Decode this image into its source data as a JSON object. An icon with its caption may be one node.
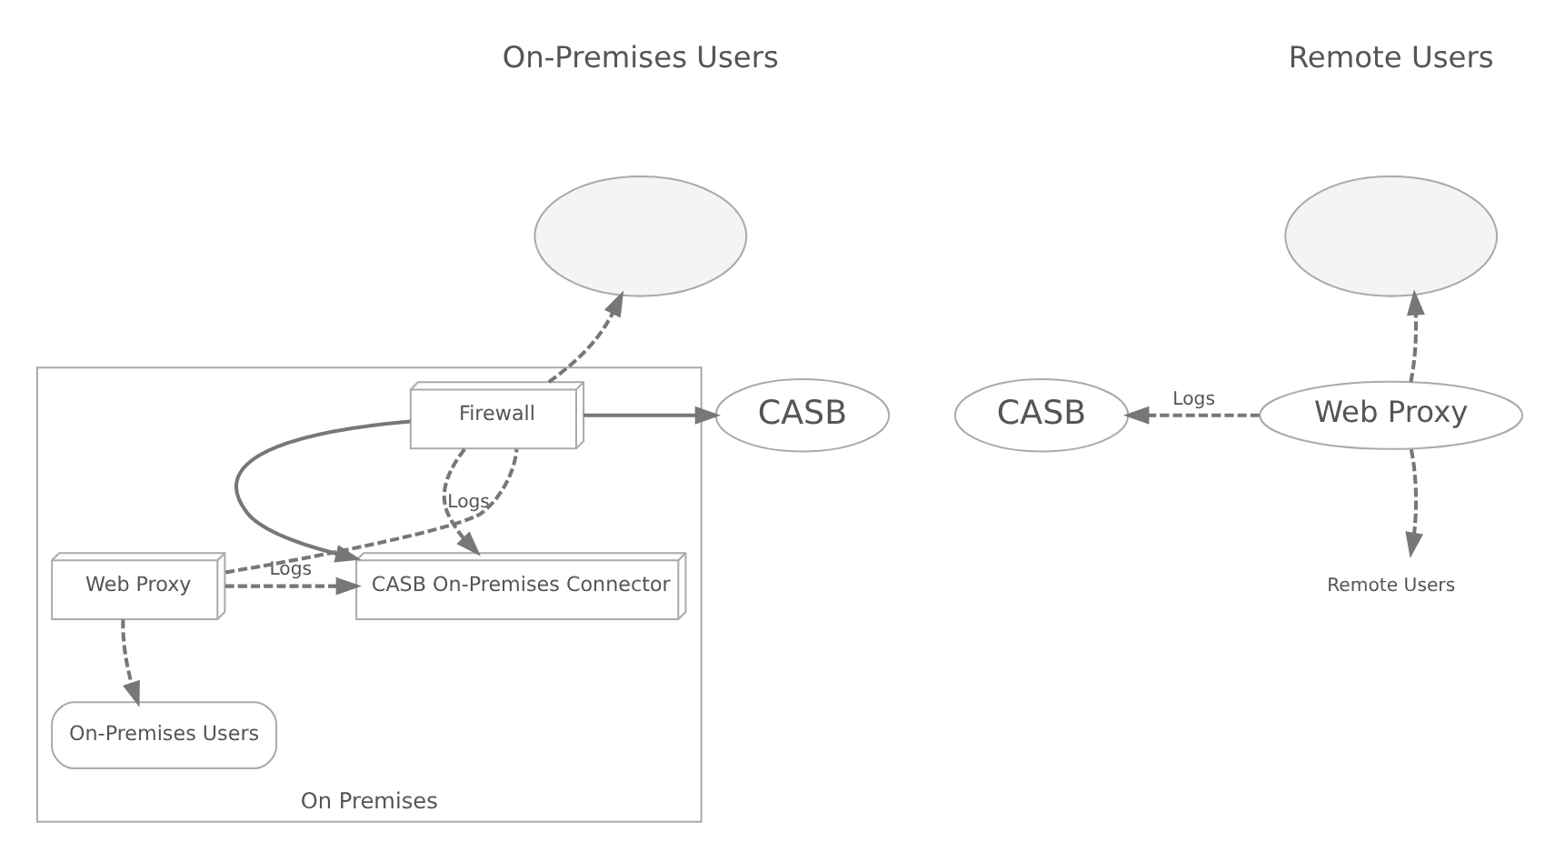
{
  "diagram": {
    "nodes": [
      {
        "text": [
          "CASB"
        ]
      },
      {
        "text": [],
        "shape": "cloud"
      },
      {
        "text": [
          "On Premises"
        ]
      },
      {
        "text": [
          "CASB On-Premises Connector"
        ],
        "in": 2
      },
      {
        "text": [
          "Firewall"
        ],
        "in": 2
      },
      {
        "text": [
          "Web Proxy"
        ],
        "in": 2
      },
      {
        "text": [
          "On-Premises Users"
        ],
        "in": 2
      },
      {
        "text": [],
        "shape": "cloud"
      },
      {
        "text": [
          "CASB"
        ]
      },
      {
        "text": [
          "Web Proxy"
        ]
      },
      {
        "text": [
          "Remote Users"
        ]
      }
    ],
    "edges": [
      {
        "from": 4,
        "to": 0,
        "arrow": "to"
      },
      {
        "from": 4,
        "to": 3,
        "arrow": "to"
      },
      {
        "from": 4,
        "to": 3,
        "arrow": "to",
        "style": "dashed",
        "label": "Logs"
      },
      {
        "from": 5,
        "to": 3,
        "arrow": "to",
        "style": "dashed",
        "label": "Logs"
      },
      {
        "from": 4,
        "to": 1,
        "arrow": "to",
        "style": "dashed"
      },
      {
        "from": 5,
        "to": 4,
        "arrow": "none",
        "style": "dashed"
      },
      {
        "from": 5,
        "to": 6,
        "arrow": "to",
        "style": "dashed"
      },
      {
        "from": 9,
        "to": 7,
        "arrow": "to",
        "style": "dashed"
      },
      {
        "from": 9,
        "to": 8,
        "arrow": "to",
        "style": "dashed",
        "label": "Logs"
      },
      {
        "from": 9,
        "to": 10,
        "arrow": "to",
        "style": "dashed"
      }
    ],
    "labels": [
      "On-Premises Users",
      "Remote Users"
    ]
  }
}
